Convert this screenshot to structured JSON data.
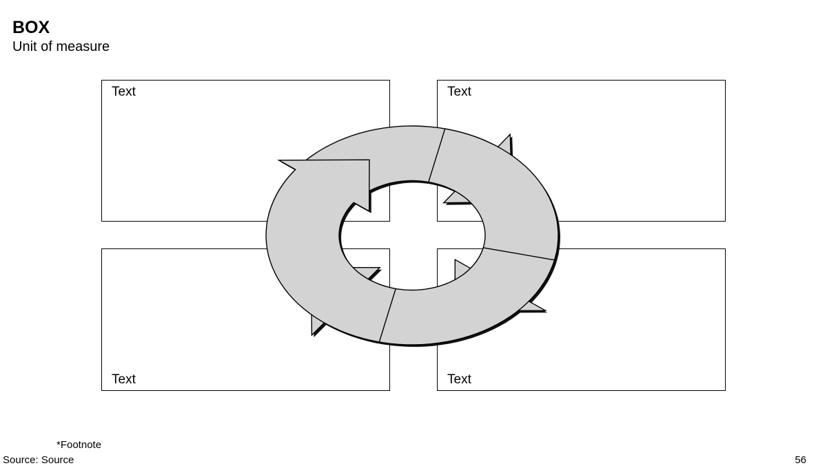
{
  "header": {
    "title": "BOX",
    "subtitle": "Unit of measure"
  },
  "diagram": {
    "boxes": [
      {
        "label": "Text"
      },
      {
        "label": "Text"
      },
      {
        "label": "Text"
      },
      {
        "label": "Text"
      }
    ],
    "arrow_fill": "#d3d3d3",
    "arrow_stroke": "#000000"
  },
  "footer": {
    "footnote": "*Footnote",
    "source": "Source: Source",
    "page_number": "56"
  }
}
